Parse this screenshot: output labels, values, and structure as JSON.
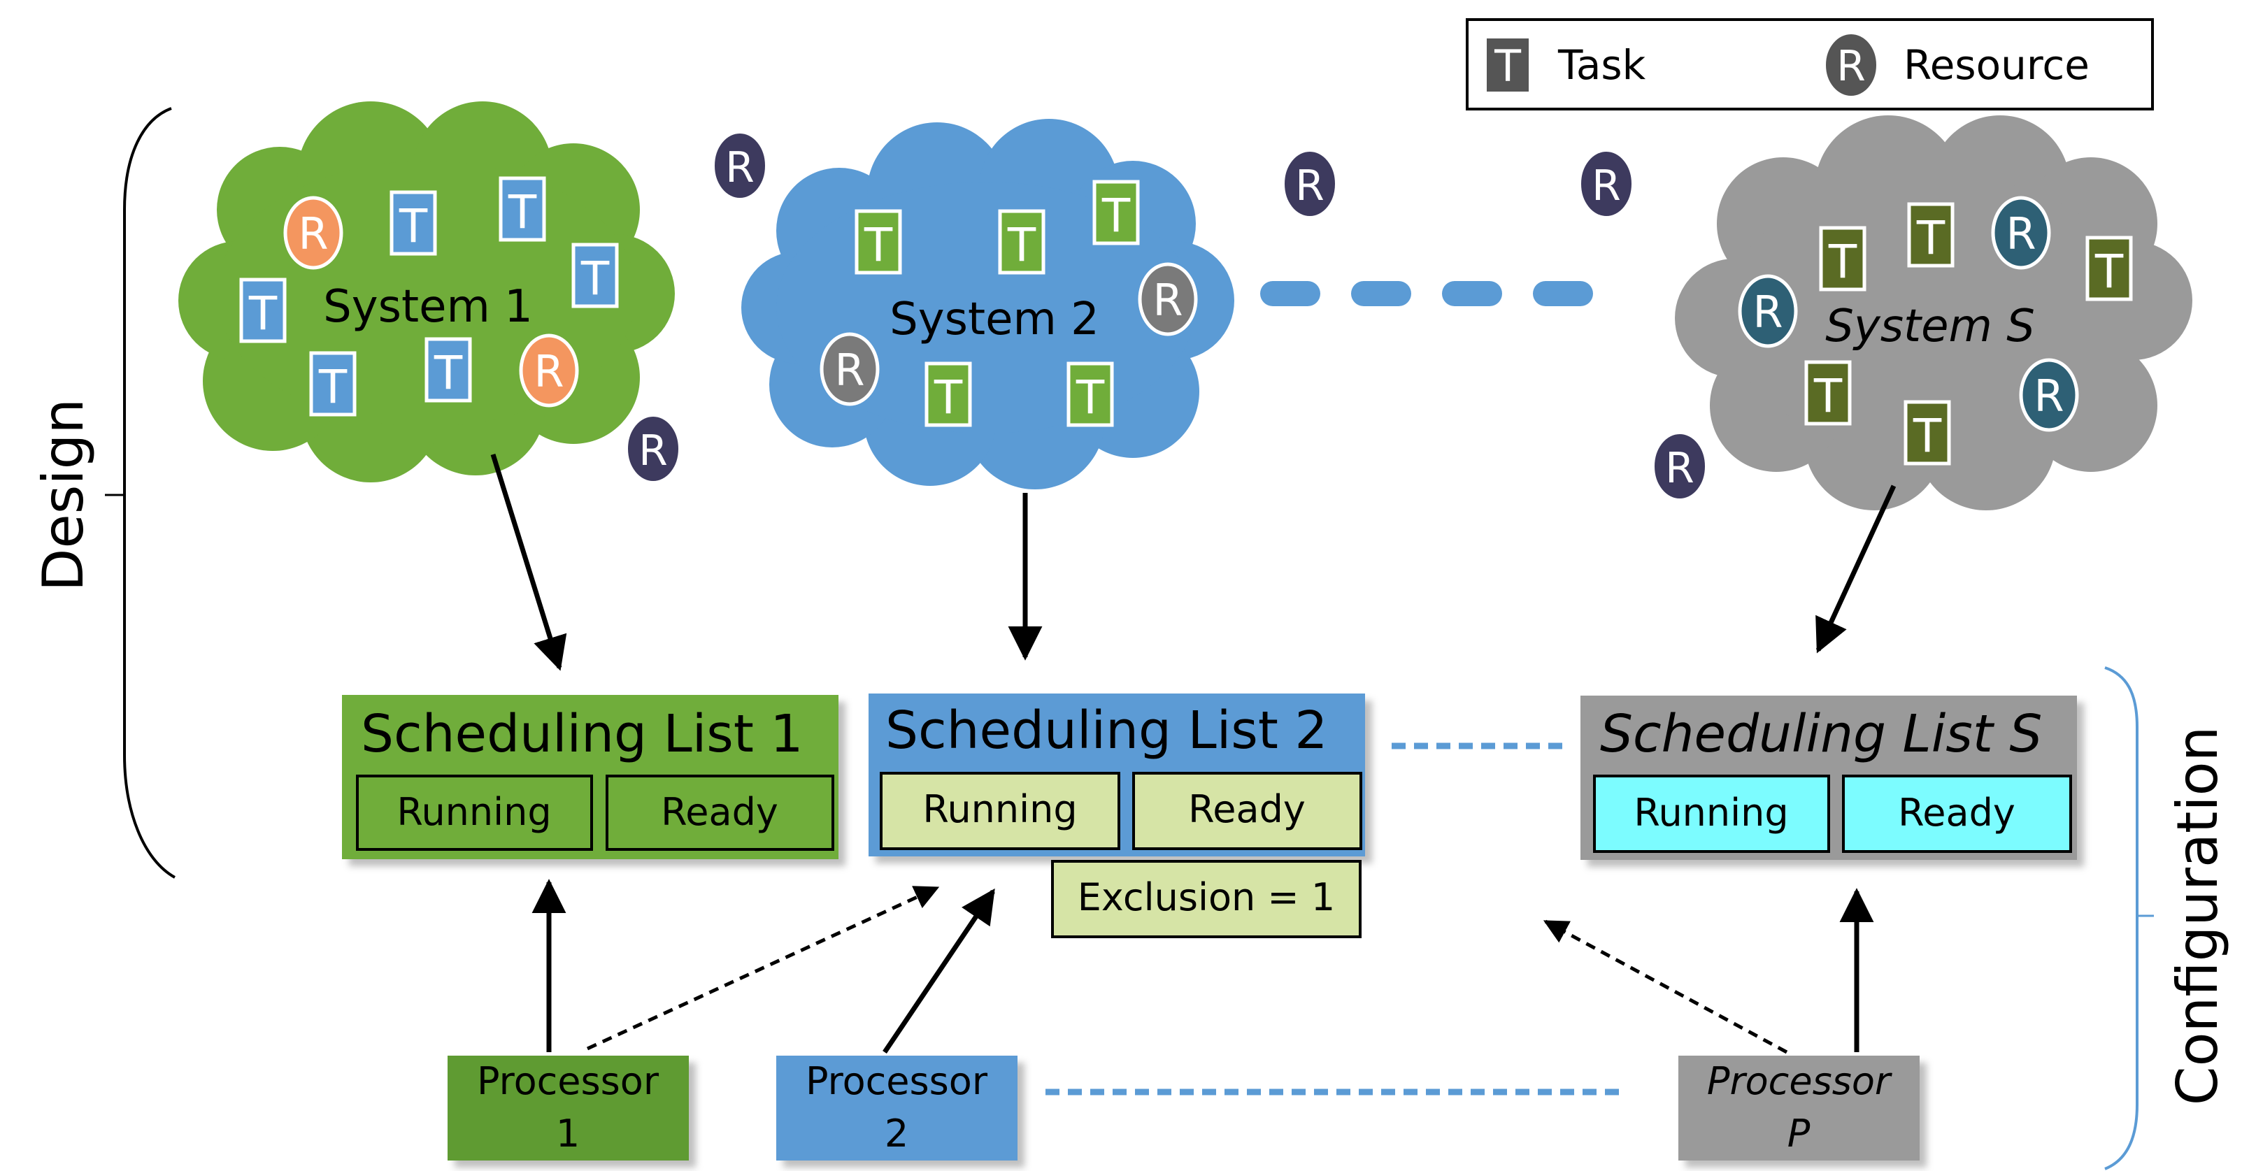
{
  "legend": {
    "task_glyph": "T",
    "task_label": "Task",
    "resource_glyph": "R",
    "resource_label": "Resource"
  },
  "brackets": {
    "design_label": "Design",
    "configuration_label": "Configuration"
  },
  "systems": [
    {
      "label": "System 1",
      "cloud_color": "#70ad3a",
      "task_color": "#5b9bd5",
      "resource_color": "#f4965f"
    },
    {
      "label": "System 2",
      "cloud_color": "#5b9bd5",
      "task_color": "#70ad3a",
      "resource_color": "#7a7a7a"
    },
    {
      "label": "System S",
      "cloud_color": "#9a9a9a",
      "task_color": "#5a6b24",
      "resource_color": "#2e6075"
    }
  ],
  "free_resource": {
    "glyph": "R",
    "color": "#3d3a5e"
  },
  "scheduling_lists": [
    {
      "title": "Scheduling List 1",
      "running": "Running",
      "ready": "Ready",
      "box_color": "#70ad3a",
      "cell_color": "#70ad3a"
    },
    {
      "title": "Scheduling List 2",
      "running": "Running",
      "ready": "Ready",
      "box_color": "#5b9bd5",
      "cell_color": "#d6e4a6",
      "exclusion": "Exclusion = 1"
    },
    {
      "title": "Scheduling List S",
      "running": "Running",
      "ready": "Ready",
      "box_color": "#9a9a9a",
      "cell_color": "#7cfcff"
    }
  ],
  "processors": [
    {
      "line1": "Processor",
      "line2": "1",
      "color": "#5f9b32"
    },
    {
      "line1": "Processor",
      "line2": "2",
      "color": "#5b9bd5"
    },
    {
      "line1": "Processor",
      "line2": "P",
      "color": "#9a9a9a"
    }
  ]
}
